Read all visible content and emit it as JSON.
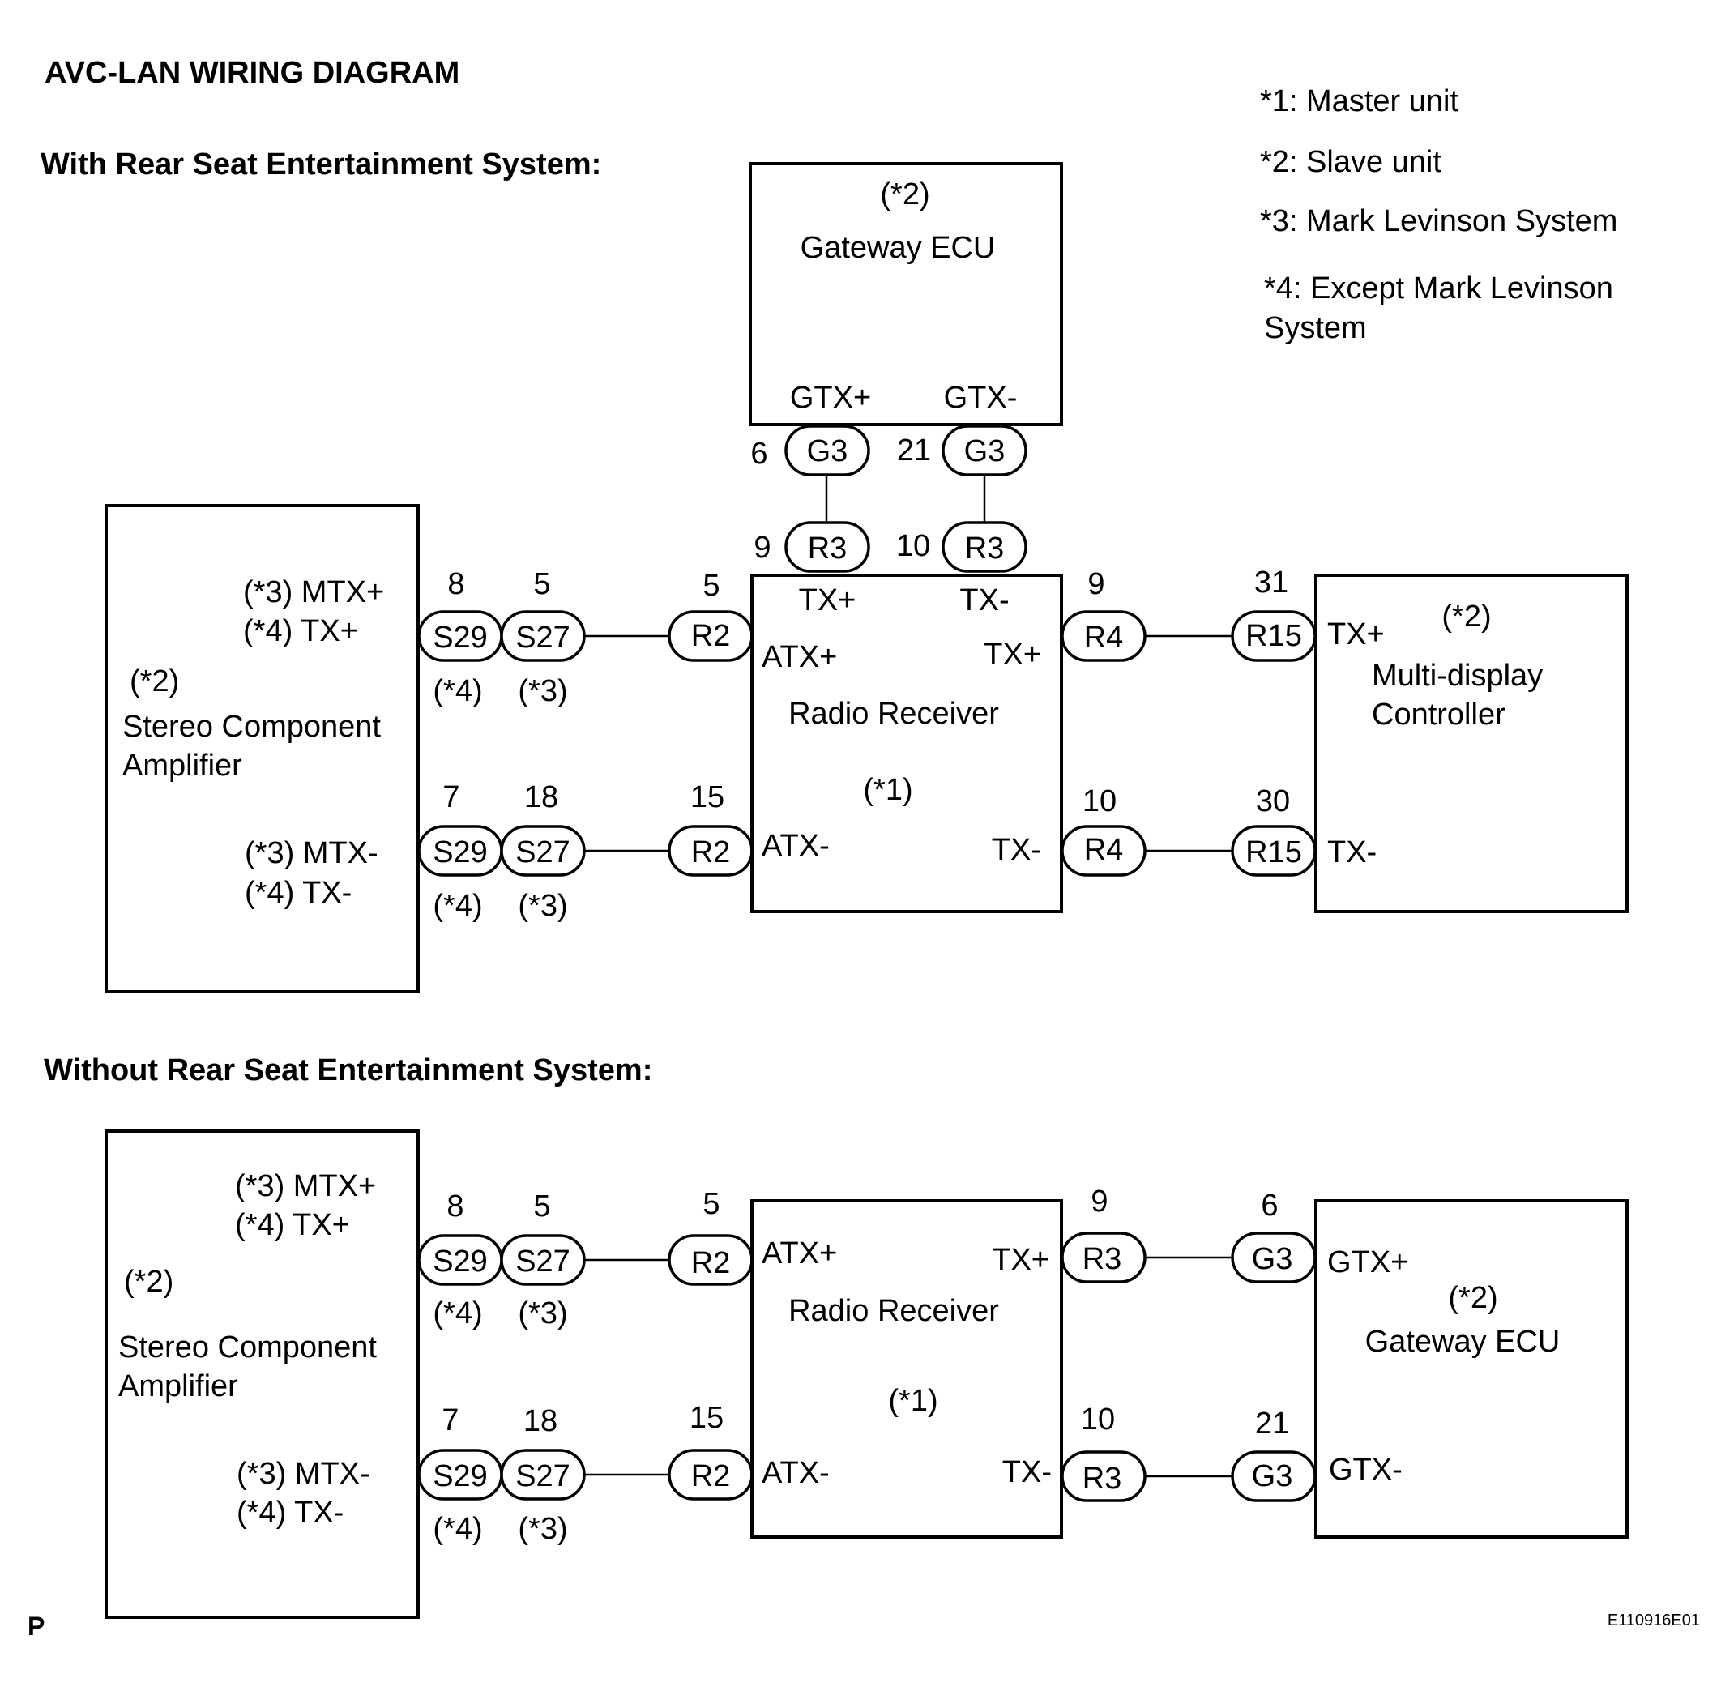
{
  "title": "AVC-LAN WIRING DIAGRAM",
  "notes": {
    "n1": "*1: Master unit",
    "n2": "*2: Slave unit",
    "n3": "*3: Mark Levinson System",
    "n4_line1": "*4: Except Mark Levinson",
    "n4_line2": "System"
  },
  "footer": {
    "page_letter": "P",
    "figure_code": "E110916E01"
  },
  "with_rse": {
    "heading": "With Rear Seat Entertainment System:",
    "gateway": {
      "slave_tag": "(*2)",
      "name": "Gateway ECU",
      "gtx_plus": "GTX+",
      "gtx_minus": "GTX-",
      "pin_plus": "6",
      "pin_minus": "21",
      "conn": "G3"
    },
    "r3": {
      "conn": "R3",
      "pin_plus": "9",
      "pin_minus": "10"
    },
    "amplifier": {
      "slave_tag": "(*2)",
      "name_line1": "Stereo Component",
      "name_line2": "Amplifier",
      "mtx_plus": "(*3) MTX+",
      "tx_plus": "(*4) TX+",
      "mtx_minus": "(*3) MTX-",
      "tx_minus": "(*4) TX-"
    },
    "s29": {
      "conn": "S29",
      "pin_plus": "8",
      "pin_minus": "7",
      "tag": "(*4)"
    },
    "s27": {
      "conn": "S27",
      "pin_plus": "5",
      "pin_minus": "18",
      "tag": "(*3)"
    },
    "r2": {
      "conn": "R2",
      "pin_plus": "5",
      "pin_minus": "15"
    },
    "radio": {
      "name": "Radio Receiver",
      "master_tag": "(*1)",
      "tx_plus_top": "TX+",
      "tx_minus_top": "TX-",
      "atx_plus": "ATX+",
      "atx_minus": "ATX-",
      "tx_plus_right": "TX+",
      "tx_minus_right": "TX-"
    },
    "r4": {
      "conn": "R4",
      "pin_plus": "9",
      "pin_minus": "10"
    },
    "r15": {
      "conn": "R15",
      "pin_plus": "31",
      "pin_minus": "30"
    },
    "mdc": {
      "slave_tag": "(*2)",
      "name_line1": "Multi-display",
      "name_line2": "Controller",
      "tx_plus": "TX+",
      "tx_minus": "TX-"
    }
  },
  "without_rse": {
    "heading": "Without Rear Seat Entertainment System:",
    "amplifier": {
      "slave_tag": "(*2)",
      "name_line1": "Stereo Component",
      "name_line2": "Amplifier",
      "mtx_plus": "(*3) MTX+",
      "tx_plus": "(*4) TX+",
      "mtx_minus": "(*3) MTX-",
      "tx_minus": "(*4) TX-"
    },
    "s29": {
      "conn": "S29",
      "pin_plus": "8",
      "pin_minus": "7",
      "tag": "(*4)"
    },
    "s27": {
      "conn": "S27",
      "pin_plus": "5",
      "pin_minus": "18",
      "tag": "(*3)"
    },
    "r2": {
      "conn": "R2",
      "pin_plus": "5",
      "pin_minus": "15"
    },
    "radio": {
      "name": "Radio Receiver",
      "master_tag": "(*1)",
      "atx_plus": "ATX+",
      "atx_minus": "ATX-",
      "tx_plus_right": "TX+",
      "tx_minus_right": "TX-"
    },
    "r3": {
      "conn": "R3",
      "pin_plus": "9",
      "pin_minus": "10"
    },
    "g3": {
      "conn": "G3",
      "pin_plus": "6",
      "pin_minus": "21"
    },
    "gateway": {
      "slave_tag": "(*2)",
      "name": "Gateway ECU",
      "gtx_plus": "GTX+",
      "gtx_minus": "GTX-"
    }
  }
}
